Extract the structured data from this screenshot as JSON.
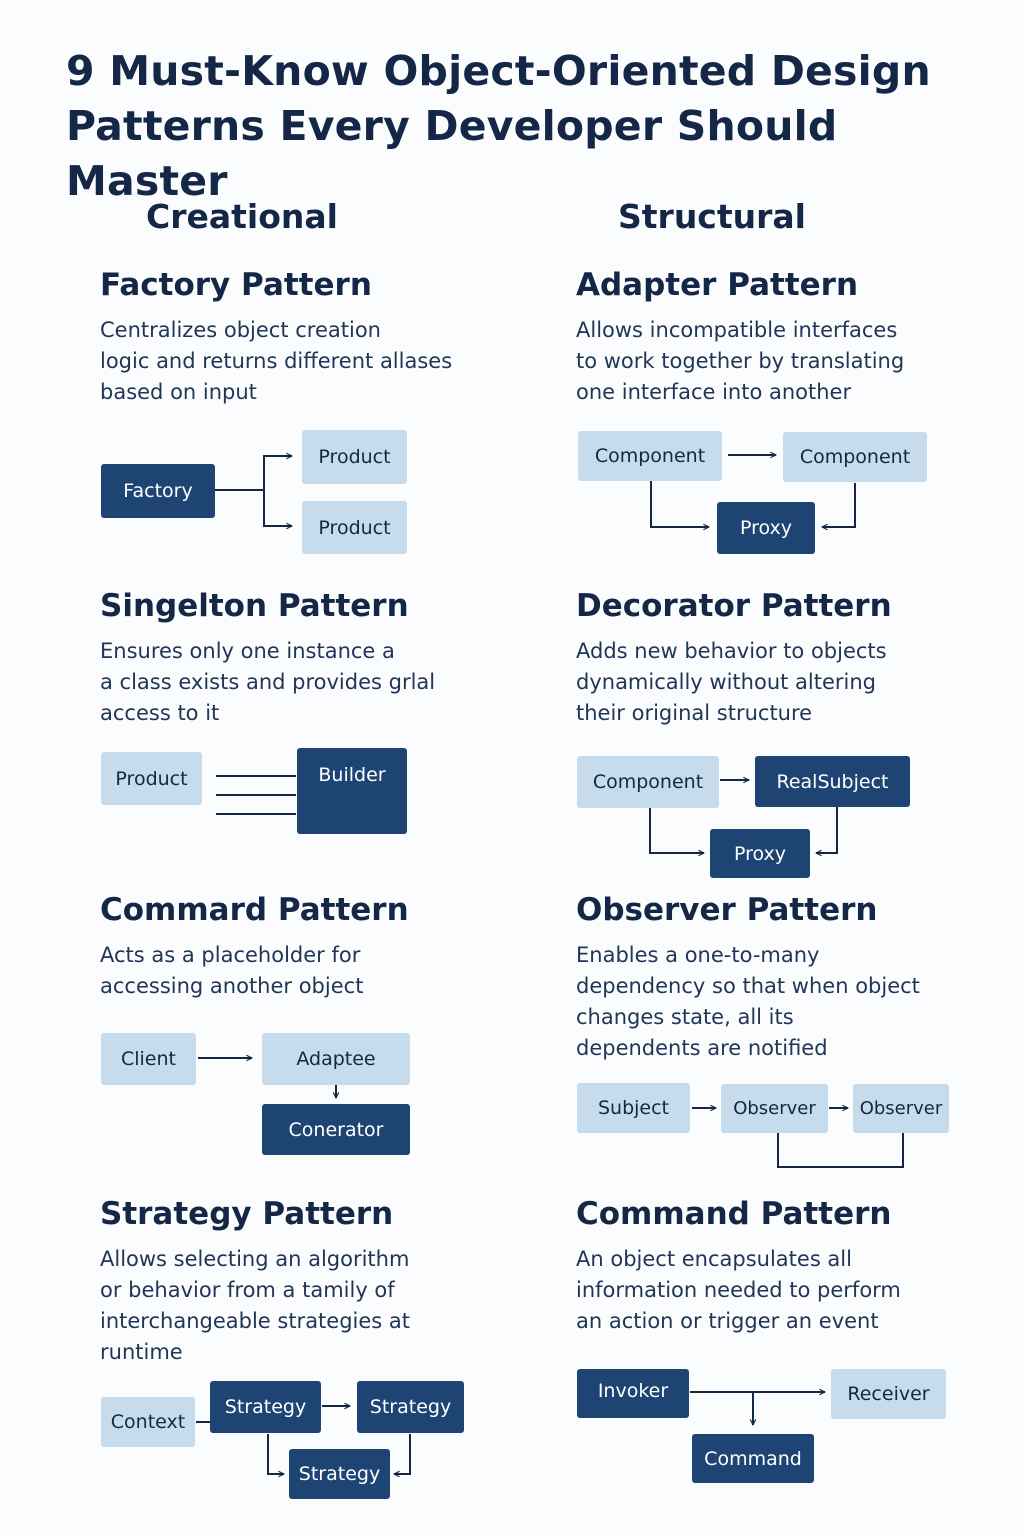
{
  "title_lines": [
    "9 Must-Know Object-Oriented Design",
    "Patterns Every Developer Should Master"
  ],
  "columns": {
    "left": "Creational",
    "right": "Structural"
  },
  "patterns": {
    "factory": {
      "title": "Factory Pattern",
      "desc": [
        "Centralizes object creation",
        "logic and returns different allases",
        "based on input"
      ],
      "nodes": [
        "Factory",
        "Product",
        "Product"
      ]
    },
    "singleton": {
      "title": "Singelton Pattern",
      "desc": [
        "Ensures only one instance a",
        "a class exists and provides grlal",
        "access to it"
      ],
      "nodes": [
        "Product",
        "Builder"
      ]
    },
    "commard": {
      "title": "Commard Pattern",
      "desc": [
        "Acts as a placeholder for",
        "accessing another object"
      ],
      "nodes": [
        "Client",
        "Adaptee",
        "Conerator"
      ]
    },
    "strategy": {
      "title": "Strategy Pattern",
      "desc": [
        "Allows selecting an algorithm",
        "or behavior from a tamily of",
        "interchangeable strategies at",
        "runtime"
      ],
      "nodes": [
        "Context",
        "Strategy",
        "Strategy",
        "Strategy"
      ]
    },
    "adapter": {
      "title": "Adapter Pattern",
      "desc": [
        "Allows incompatible interfaces",
        "to work together by translating",
        "one interface into another"
      ],
      "nodes": [
        "Component",
        "Component",
        "Proxy"
      ]
    },
    "decorator": {
      "title": "Decorator Pattern",
      "desc": [
        "Adds new behavior to objects",
        "dynamically without altering",
        "their original structure"
      ],
      "nodes": [
        "Component",
        "RealSubject",
        "Proxy"
      ]
    },
    "observer": {
      "title": "Observer Pattern",
      "desc": [
        "Enables a one-to-many",
        "dependency so that when object",
        "changes state, all its",
        "dependents are notified"
      ],
      "nodes": [
        "Subject",
        "Observer",
        "Observer"
      ]
    },
    "command": {
      "title": "Command Pattern",
      "desc": [
        "An object encapsulates all",
        "information needed to perform",
        "an action or trigger an event"
      ],
      "nodes": [
        "Invoker",
        "Receiver",
        "Command"
      ]
    }
  }
}
